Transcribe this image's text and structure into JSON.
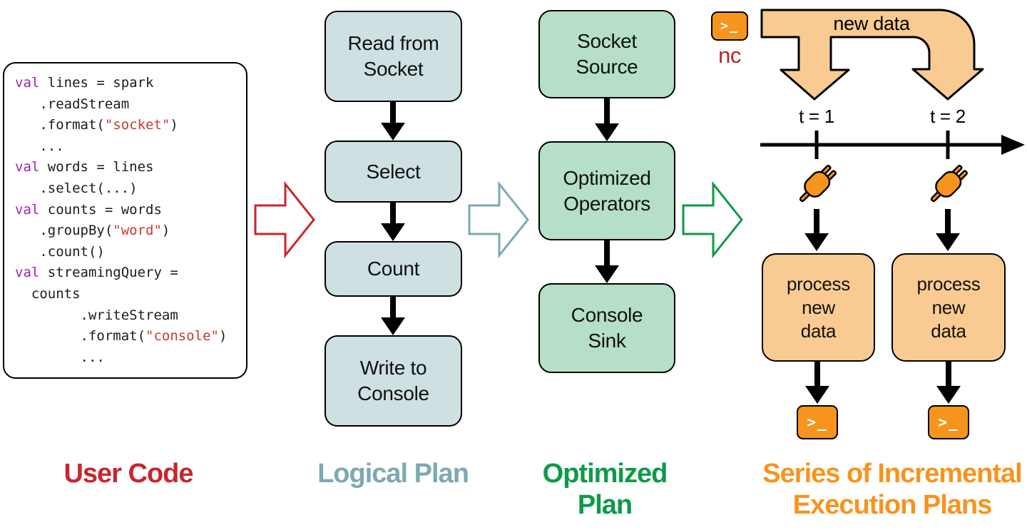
{
  "colors": {
    "code_keyword": "#9b27b0",
    "code_string": "#c43a31",
    "code_plain": "#1c1c1c",
    "user_code_label": "#c8262e",
    "logical_plan_label": "#7da9b3",
    "optimized_plan_label": "#0e9a49",
    "incremental_label": "#f7941e",
    "logical_box_fill": "#cfe0e3",
    "optimized_box_fill": "#b5dfc6",
    "peach_fill": "#f9cb92",
    "orange_icon": "#f7941e",
    "nc_label": "#b5232d",
    "arrow_black": "#000000"
  },
  "user_code": {
    "label": "User Code",
    "lines": [
      [
        [
          "k",
          "val"
        ],
        [
          "p",
          " lines = spark"
        ]
      ],
      [
        [
          "p",
          "   .readStream"
        ]
      ],
      [
        [
          "p",
          "   .format("
        ],
        [
          "s",
          "\"socket\""
        ],
        [
          "p",
          ")"
        ]
      ],
      [
        [
          "p",
          "   ..."
        ]
      ],
      [
        [
          "k",
          "val"
        ],
        [
          "p",
          " words = lines"
        ]
      ],
      [
        [
          "p",
          "   .select(...)"
        ]
      ],
      [
        [
          "k",
          "val"
        ],
        [
          "p",
          " counts = words"
        ]
      ],
      [
        [
          "p",
          "   .groupBy("
        ],
        [
          "s",
          "\"word\""
        ],
        [
          "p",
          ")"
        ]
      ],
      [
        [
          "p",
          "   .count()"
        ]
      ],
      [
        [
          "k",
          "val"
        ],
        [
          "p",
          " streamingQuery ="
        ]
      ],
      [
        [
          "p",
          "  counts"
        ]
      ],
      [
        [
          "p",
          "        .writeStream"
        ]
      ],
      [
        [
          "p",
          "        .format("
        ],
        [
          "s",
          "\"console\""
        ],
        [
          "p",
          ")"
        ]
      ],
      [
        [
          "p",
          "        ..."
        ]
      ]
    ]
  },
  "logical_plan": {
    "label": "Logical Plan",
    "boxes": [
      {
        "lines": [
          "Read from",
          "Socket"
        ]
      },
      {
        "lines": [
          "Select"
        ]
      },
      {
        "lines": [
          "Count"
        ]
      },
      {
        "lines": [
          "Write to",
          "Console"
        ]
      }
    ]
  },
  "optimized_plan": {
    "label_lines": [
      "Optimized",
      "Plan"
    ],
    "boxes": [
      {
        "lines": [
          "Socket",
          "Source"
        ]
      },
      {
        "lines": [
          "Optimized",
          "Operators"
        ]
      },
      {
        "lines": [
          "Console",
          "Sink"
        ]
      }
    ]
  },
  "incremental": {
    "label_lines": [
      "Series of Incremental",
      "Execution Plans"
    ],
    "nc_label": "nc",
    "terminal_glyph": ">_",
    "new_data_label": "new data",
    "timeline_ticks": [
      "t = 1",
      "t = 2"
    ],
    "process_boxes": [
      {
        "lines": [
          "process",
          "new",
          "data"
        ]
      },
      {
        "lines": [
          "process",
          "new",
          "data"
        ]
      }
    ]
  }
}
